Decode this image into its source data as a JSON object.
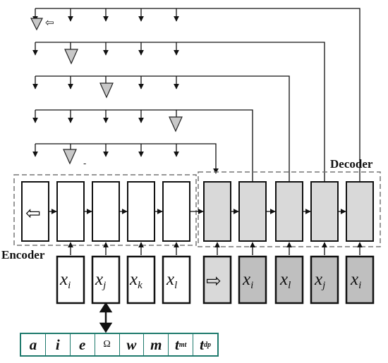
{
  "labels": {
    "encoder": "Encoder",
    "decoder": "Decoder"
  },
  "encoder_inputs": [
    {
      "var": "x",
      "sub": "i"
    },
    {
      "var": "x",
      "sub": "j"
    },
    {
      "var": "x",
      "sub": "k"
    },
    {
      "var": "x",
      "sub": "l"
    }
  ],
  "decoder_inputs": [
    {
      "var": "",
      "sub": "",
      "symbol": "⇨"
    },
    {
      "var": "x",
      "sub": "i"
    },
    {
      "var": "x",
      "sub": "l"
    },
    {
      "var": "x",
      "sub": "j"
    },
    {
      "var": "x",
      "sub": "i"
    }
  ],
  "encoder_first_cell_symbol": "⇦",
  "features": [
    {
      "main": "a",
      "sub": ""
    },
    {
      "main": "i",
      "sub": ""
    },
    {
      "main": "e",
      "sub": ""
    },
    {
      "main": "Ω",
      "sub": ""
    },
    {
      "main": "w",
      "sub": ""
    },
    {
      "main": "m",
      "sub": ""
    },
    {
      "main": "t",
      "sub": "mt"
    },
    {
      "main": "t",
      "sub": "dp"
    }
  ],
  "colors": {
    "encoder_cell": "#ffffff",
    "decoder_cell": "#d9d9d9",
    "decoder_input": "#bfbfbf",
    "pointer": "#c8c8c8",
    "strip": "#1f7a6d"
  }
}
